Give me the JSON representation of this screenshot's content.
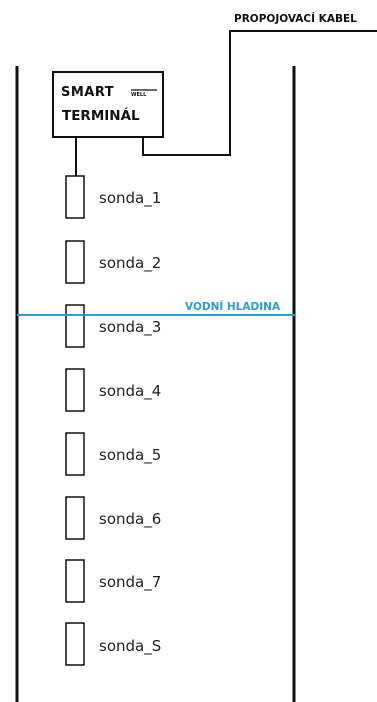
{
  "cable_label": "PROPOJOVACÍ KABEL",
  "water_label": "VODNÍ HLADINA",
  "terminal": {
    "logo_main": "SMART",
    "logo_sub": "WELL",
    "title": "TERMINÁL"
  },
  "probes": [
    "sonda_1",
    "sonda_2",
    "sonda_3",
    "sonda_4",
    "sonda_5",
    "sonda_6",
    "sonda_7",
    "sonda_S"
  ],
  "colors": {
    "line": "#111111",
    "water": "#2f9bd0"
  }
}
